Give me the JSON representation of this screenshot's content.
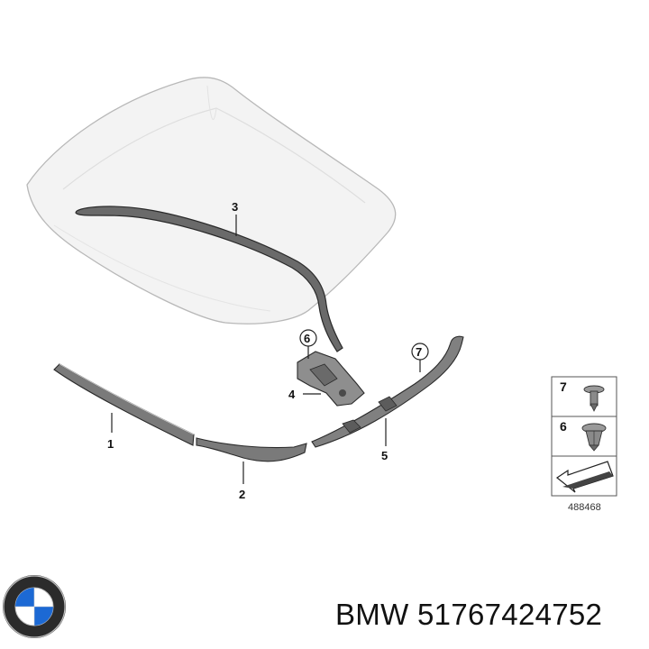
{
  "callouts": [
    "1",
    "2",
    "3",
    "4",
    "5",
    "6",
    "7"
  ],
  "legend": {
    "items": [
      {
        "number": "7",
        "icon": "rivet-clip-icon"
      },
      {
        "number": "6",
        "icon": "expanding-clip-icon"
      }
    ],
    "arrow_icon": "direction-arrow-icon"
  },
  "diagram_id": "488468",
  "caption": {
    "brand": "BMW",
    "part_number": "51767424752"
  }
}
